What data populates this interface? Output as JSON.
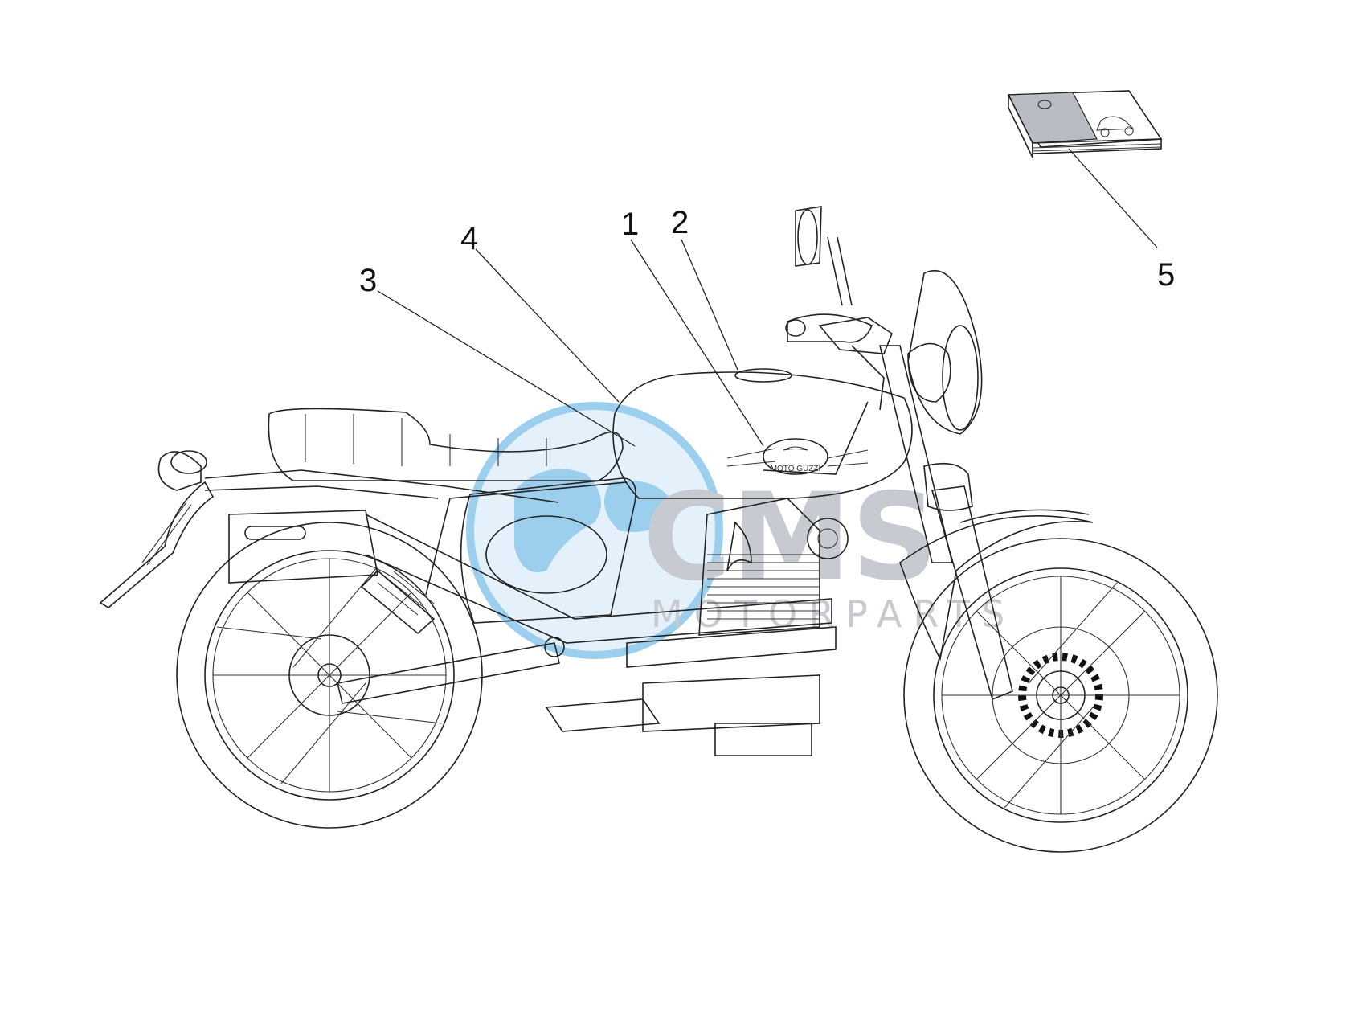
{
  "callouts": [
    {
      "id": "1",
      "label": "1"
    },
    {
      "id": "2",
      "label": "2"
    },
    {
      "id": "3",
      "label": "3"
    },
    {
      "id": "4",
      "label": "4"
    },
    {
      "id": "5",
      "label": "5"
    }
  ],
  "tank_logo": {
    "text": "MOTO GUZZI"
  },
  "watermark": {
    "main": "CMS",
    "sub": "MOTORPARTS"
  },
  "colors": {
    "line": "#222222",
    "watermark_blue": "#4aa8e0",
    "watermark_grey": "#a9aeb8",
    "manual_cover": "#b9bdc3"
  }
}
